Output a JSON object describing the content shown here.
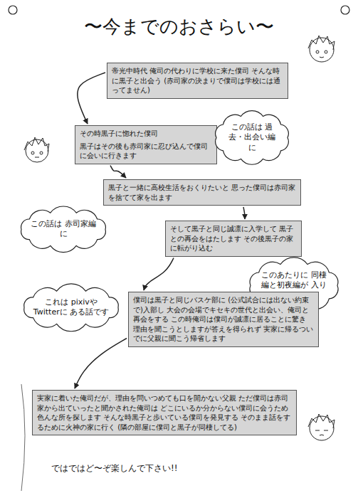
{
  "diagram": {
    "title": "〜今までのおさらい〜",
    "nodes": [
      {
        "text": [
          "帝光中時代 俺司の代わりに学校に来た僕司 そんな時に黒子と出会う (赤司家の決まりで僕司は学校には通ってません)"
        ]
      },
      {
        "text": [
          "その時黒子に惚れた僕司",
          "黒子はその後も赤司家に忍び込んで僕司に会いに行きます"
        ]
      },
      {
        "text": [
          "この話は 過去・出会い編に"
        ]
      },
      {
        "text": [
          "黒子と一緒に高校生活をおくりたいと 思った僕司は赤司家を捨てて家を出ます"
        ]
      },
      {
        "text": [
          "この話は 赤司家編に"
        ]
      },
      {
        "text": [
          "そして黒子と同じ誠凛に入学して 黒子との再会をはたします その後黒子の家に転がり込む"
        ]
      },
      {
        "text": [
          "このあたりに 同棲編と初夜編が 入ります"
        ]
      },
      {
        "text": [
          "これは pixivやTwitterに ある話です"
        ]
      },
      {
        "text": [
          "僕司は黒子と同じバスケ部に (公式試合には出ない約束で)入部し 大会の会場でキセキの世代と出会い、俺司と再会をする この時俺司は僕司が誠凛に居ることに驚き 理由を聞こうとしますが答えを得られず 実家に帰るついでに父親に聞こう帰省します"
        ]
      },
      {
        "text": [
          "実家に着いた俺司だが、理由を問いつめても口を開かない父親 ただ僕司は赤司家から出ていったと聞かされた俺司は どこにいるか分からない僕司に会うため色んな所を探します そんな時黒子と歩いている僕司を発見する そのまま話をするために火神の家に行く (隣の部屋に僕司と黒子が同棲してる)"
        ]
      }
    ],
    "edges": [
      {
        "from": 0,
        "to": 1,
        "arrow": "to"
      },
      {
        "from": 1,
        "to": 3,
        "arrow": "to"
      },
      {
        "from": 3,
        "to": 5,
        "arrow": "to"
      },
      {
        "from": 5,
        "to": 8,
        "arrow": "to"
      },
      {
        "from": 8,
        "to": 9,
        "arrow": "to"
      }
    ],
    "labels": [
      "ではではど〜ぞ楽しんで下さい!!"
    ]
  }
}
